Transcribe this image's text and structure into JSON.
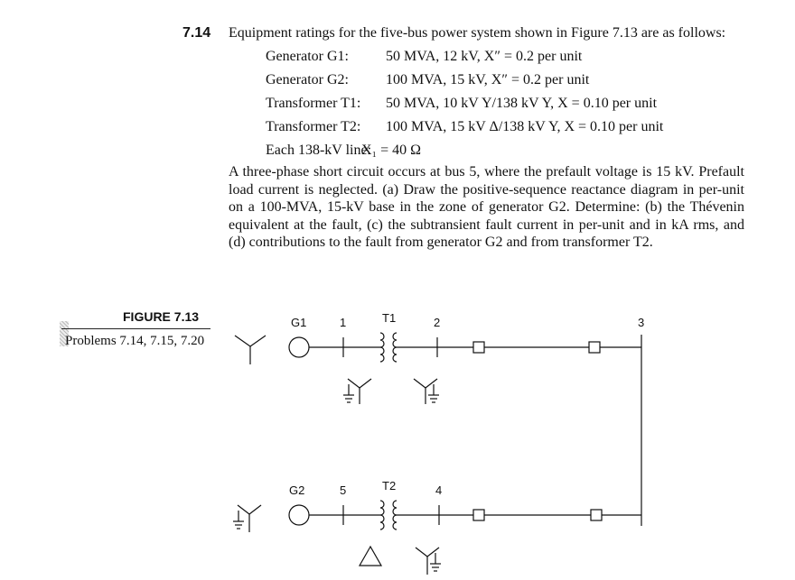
{
  "problem": {
    "number": "7.14",
    "intro": "Equipment ratings for the five-bus power system shown in Figure 7.13 are as follows:",
    "ratings": [
      {
        "label": "Generator G1:",
        "value": "50 MVA, 12 kV, X″ = 0.2 per unit"
      },
      {
        "label": "Generator G2:",
        "value": "100 MVA, 15 kV, X″ = 0.2 per unit"
      },
      {
        "label": "Transformer T1:",
        "value": "50 MVA, 10 kV Y/138 kV Y, X = 0.10 per unit"
      },
      {
        "label": "Transformer T2:",
        "value": "100 MVA, 15 kV Δ/138 kV Y, X = 0.10 per unit"
      },
      {
        "label": "Each 138-kV line:",
        "value": "X₁ = 40 Ω"
      }
    ],
    "description": "A three-phase short circuit occurs at bus 5, where the prefault voltage is 15 kV. Prefault load current is neglected. (a) Draw the positive-sequence reactance diagram in per-unit on a 100-MVA, 15-kV base in the zone of generator G2. Determine: (b) the Thévenin equivalent at the fault, (c) the subtransient fault current in per-unit and in kA rms, and (d) contributions to the fault from generator G2 and from transformer T2."
  },
  "figure": {
    "label": "FIGURE 7.13",
    "caption": "Problems 7.14, 7.15, 7.20",
    "top_row": {
      "generator": "G1",
      "bus_left": "1",
      "transformer": "T1",
      "bus_right": "2",
      "bus_end": "3"
    },
    "bottom_row": {
      "generator": "G2",
      "bus_left": "5",
      "transformer": "T2",
      "bus_right": "4"
    }
  }
}
